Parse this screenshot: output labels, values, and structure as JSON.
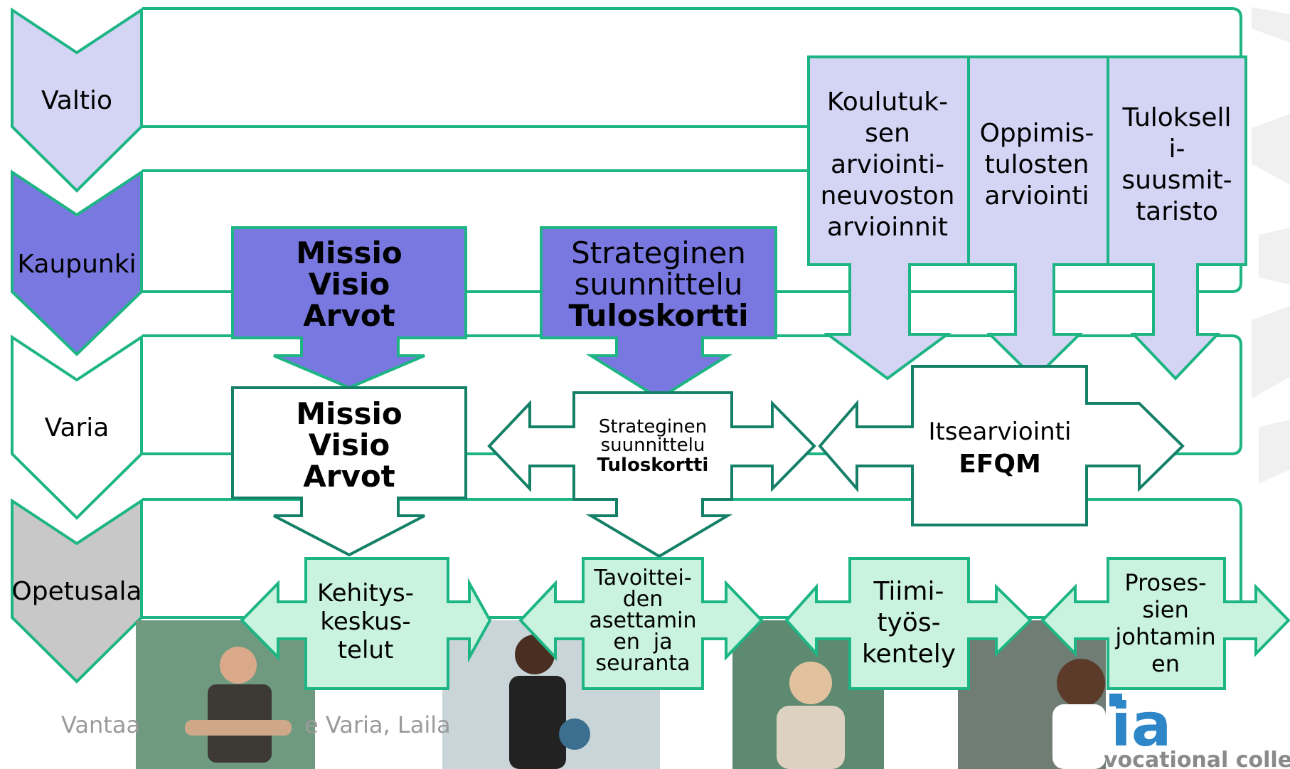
{
  "levels": [
    "Valtio",
    "Kaupunki",
    "Varia",
    "Opetusala"
  ],
  "top_box_1": [
    "Missio",
    "Visio",
    "Arvot"
  ],
  "top_box_2": [
    "Strateginen",
    "suunnittelu",
    "Tuloskortti"
  ],
  "eval_boxes": [
    [
      "Koulutuk-",
      "sen",
      "arviointi-",
      "neuvoston",
      "arvioinnit"
    ],
    [
      "Oppimis-",
      "tulosten",
      "arviointi"
    ],
    [
      "Tuloksell",
      "i-",
      "suusmit-",
      "taristo"
    ]
  ],
  "varia_box_1": [
    "Missio",
    "Visio",
    "Arvot"
  ],
  "varia_box_2": [
    "Strateginen",
    "suunnittelu",
    "Tuloskortti"
  ],
  "varia_box_3": [
    "Itsearviointi",
    "EFQM"
  ],
  "bottom_items": [
    [
      "Kehitys-",
      "keskus-",
      "telut"
    ],
    [
      "Tavoittei-",
      "den",
      "asettamin",
      "en  ja",
      "seuranta"
    ],
    [
      "Tiimi-",
      "työs-",
      "kentely"
    ],
    [
      "Proses-",
      "sien",
      "johtamin",
      "en"
    ]
  ],
  "footer_text_1": "Vantaa",
  "footer_text_2": "e Varia, Laila",
  "brand_logo": "ia",
  "brand_tagline": "vocational college",
  "photos": [
    "teacher-photo-1",
    "teacher-photo-2",
    "teacher-photo-3",
    "teacher-photo-4"
  ],
  "colors": {
    "green_line": "#1db584",
    "dark_green": "#138067",
    "valtio_fill": "#d4d4f4",
    "kaupunki_fill": "#7878e0",
    "opetusala_fill": "#c8c8c8",
    "bottom_fill": "#c9f2df",
    "logo_blue": "#2c86c8"
  }
}
